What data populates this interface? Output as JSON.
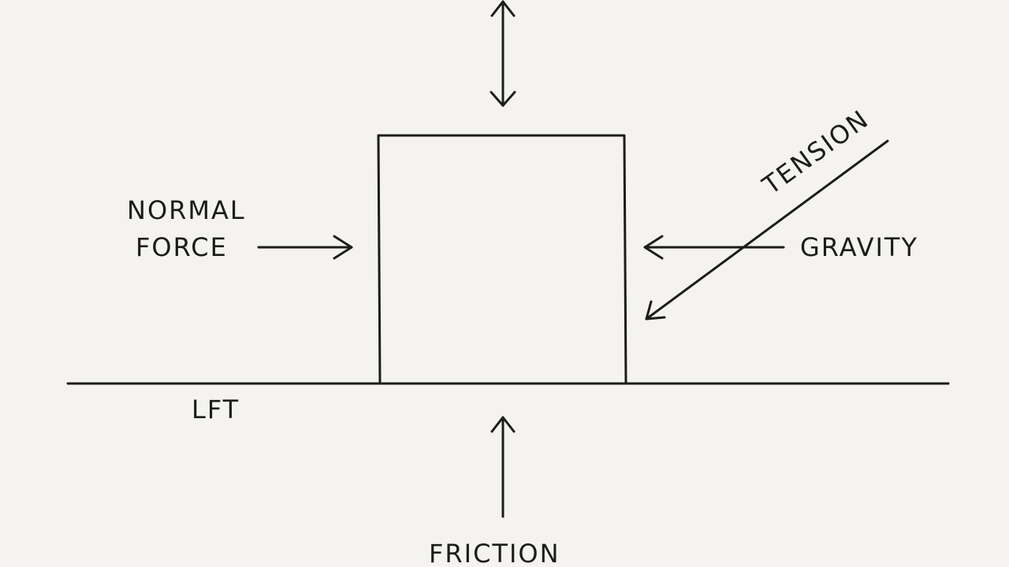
{
  "labels": {
    "normal_force_line1": "NORMAL",
    "normal_force_line2": "FORCE",
    "gravity": "GRAVITY",
    "tension": "TENSION",
    "friction": "FRICTION",
    "lft": "LFT"
  },
  "colors": {
    "ink": "#1c1c1c",
    "paper": "#f4f3ef"
  }
}
